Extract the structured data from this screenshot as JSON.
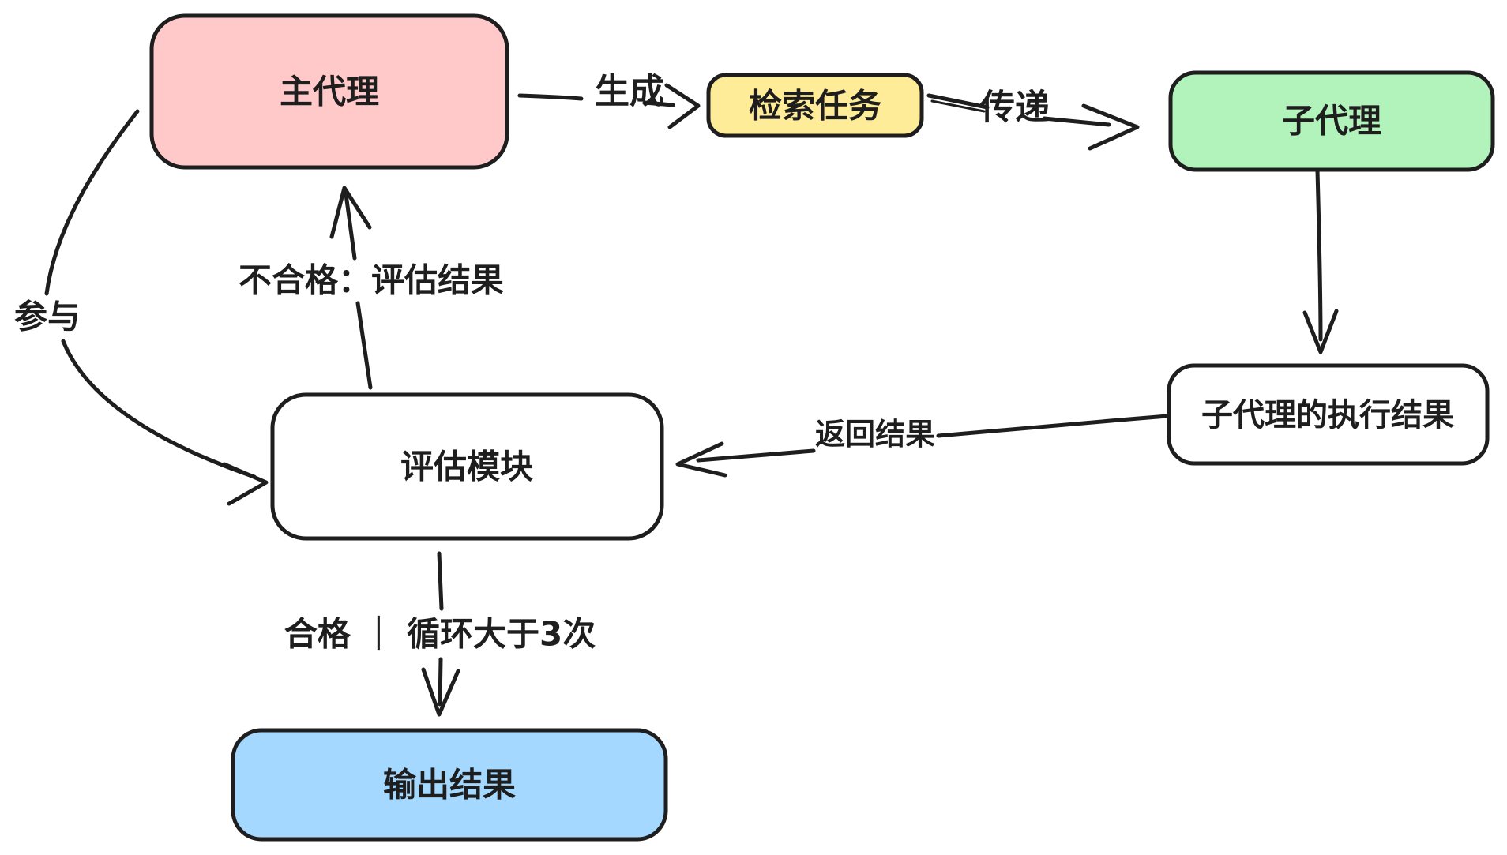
{
  "diagram": {
    "title": "agent-retrieval-evaluation-loop-flowchart",
    "background_color": "#ffffff",
    "stroke_color": "#1e1e1e",
    "nodes": {
      "main_agent": {
        "label": "主代理",
        "fill": "#ffc9c9"
      },
      "retrieval_task": {
        "label": "检索任务",
        "fill": "#ffec99"
      },
      "sub_agent": {
        "label": "子代理",
        "fill": "#b2f2bb"
      },
      "sub_agent_result": {
        "label": "子代理的执行结果",
        "fill": "#ffffff"
      },
      "eval_module": {
        "label": "评估模块",
        "fill": "#ffffff"
      },
      "output_result": {
        "label": "输出结果",
        "fill": "#a5d8ff"
      }
    },
    "edges": {
      "generate": {
        "label": "生成",
        "from": "main_agent",
        "to": "retrieval_task"
      },
      "pass": {
        "label": "传递",
        "from": "retrieval_task",
        "to": "sub_agent"
      },
      "execute": {
        "label": "",
        "from": "sub_agent",
        "to": "sub_agent_result"
      },
      "return_result": {
        "label": "返回结果",
        "from": "sub_agent_result",
        "to": "eval_module"
      },
      "unqualified": {
        "label": "不合格：评估结果",
        "from": "eval_module",
        "to": "main_agent"
      },
      "participate": {
        "label": "参与",
        "from": "main_agent",
        "to": "eval_module"
      },
      "qualified": {
        "label": "合格 ｜ 循环大于3次",
        "from": "eval_module",
        "to": "output_result"
      }
    }
  }
}
